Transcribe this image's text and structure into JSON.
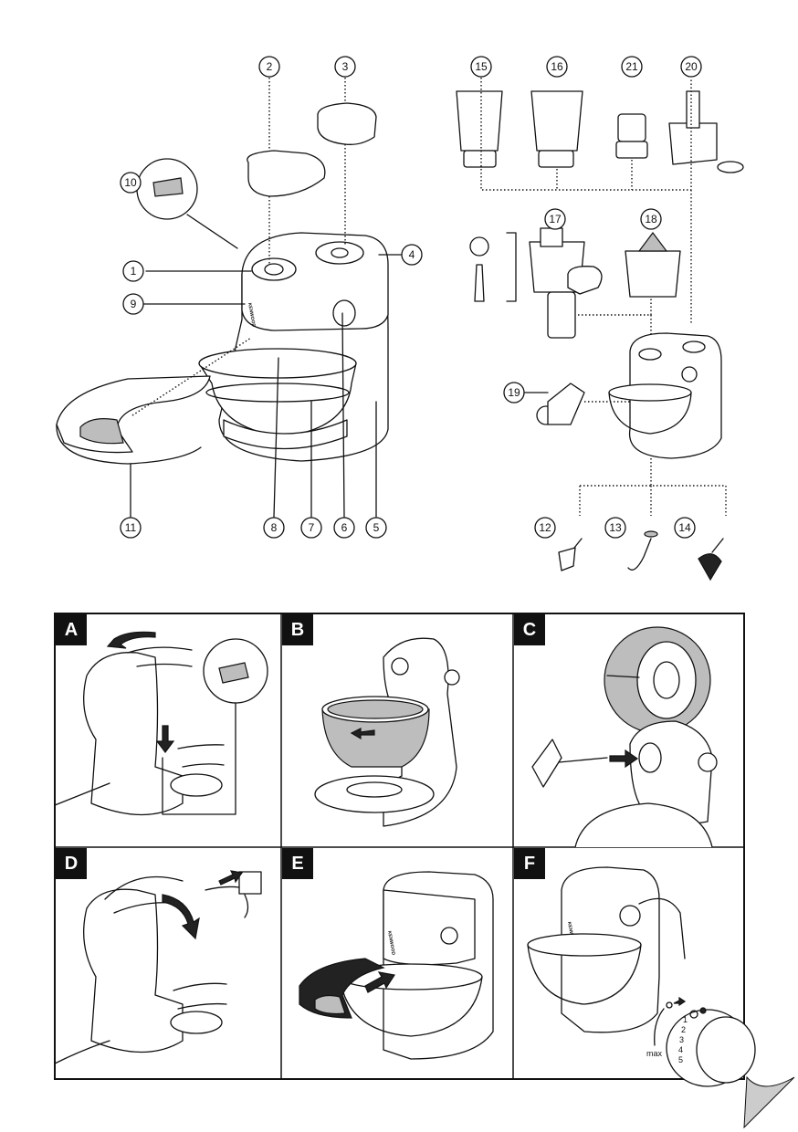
{
  "brand": "KENWOOD",
  "callouts": [
    {
      "label": "1"
    },
    {
      "label": "2"
    },
    {
      "label": "3"
    },
    {
      "label": "4"
    },
    {
      "label": "5"
    },
    {
      "label": "6"
    },
    {
      "label": "7"
    },
    {
      "label": "8"
    },
    {
      "label": "9"
    },
    {
      "label": "10"
    },
    {
      "label": "11"
    },
    {
      "label": "12"
    },
    {
      "label": "13"
    },
    {
      "label": "14"
    },
    {
      "label": "15"
    },
    {
      "label": "16"
    },
    {
      "label": "17"
    },
    {
      "label": "18"
    },
    {
      "label": "19"
    },
    {
      "label": "20"
    },
    {
      "label": "21"
    }
  ],
  "panels": [
    {
      "letter": "A"
    },
    {
      "letter": "B"
    },
    {
      "letter": "C"
    },
    {
      "letter": "D"
    },
    {
      "letter": "E"
    },
    {
      "letter": "F"
    }
  ],
  "speed_dial": {
    "max_label": "max",
    "speeds": [
      "1",
      "2",
      "3",
      "4",
      "5"
    ]
  }
}
